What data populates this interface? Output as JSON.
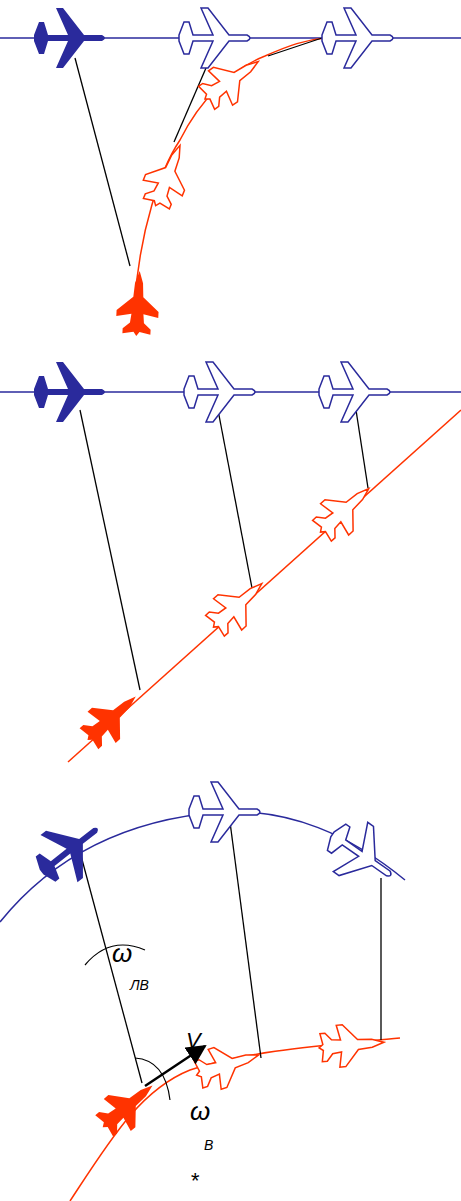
{
  "diagram": {
    "labels": [
      "ω",
      "ЛВ",
      "V",
      "ω",
      "В",
      "*"
    ]
  }
}
